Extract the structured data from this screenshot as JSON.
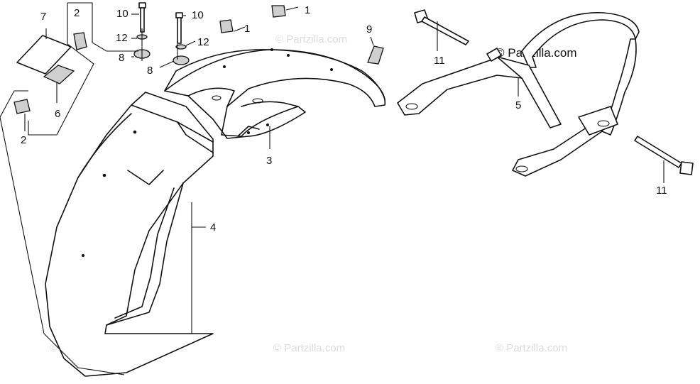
{
  "copyright": "© Partzilla.com",
  "watermark": "© Partzilla.com",
  "callouts": {
    "c1a": "1",
    "c1b": "1",
    "c2a": "2",
    "c2b": "2",
    "c3": "3",
    "c4": "4",
    "c5": "5",
    "c6": "6",
    "c7": "7",
    "c8a": "8",
    "c8b": "8",
    "c9": "9",
    "c10a": "10",
    "c10b": "10",
    "c11a": "11",
    "c11b": "11",
    "c12a": "12",
    "c12b": "12"
  }
}
